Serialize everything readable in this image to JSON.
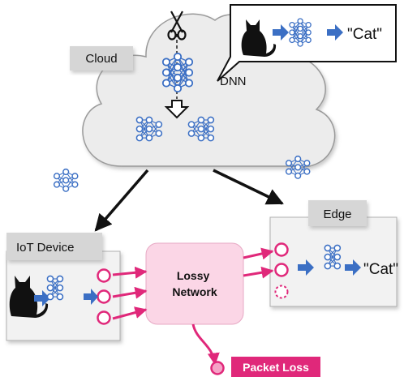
{
  "labels": {
    "cloud": "Cloud",
    "dnn": "DNN",
    "iot_device": "IoT Device",
    "edge": "Edge",
    "lossy_network": "Lossy\nNetwork",
    "packet_loss": "Packet Loss",
    "callout_output": "\"Cat\"",
    "edge_output": "\"Cat\""
  },
  "colors": {
    "network_blue": "#3b6fc4",
    "packet_pink": "#e0287a",
    "lossy_fill": "#fbd6e6",
    "cloud_fill": "#ececec",
    "box_fill": "#f2f2f2",
    "tag_fill": "#d6d6d6"
  },
  "icons": {
    "split": "scissors-icon",
    "input": "cat-silhouette-icon",
    "flow": "arrow-right-icon"
  }
}
